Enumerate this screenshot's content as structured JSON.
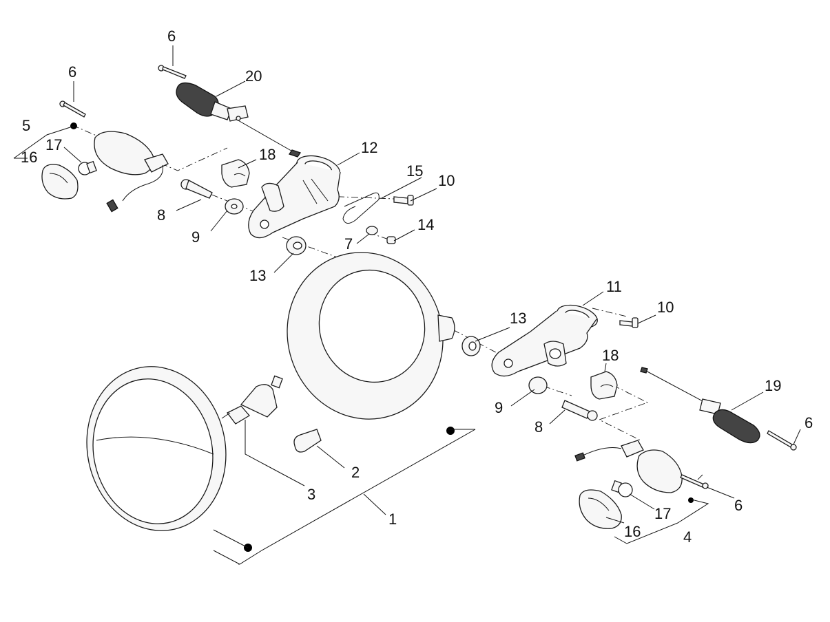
{
  "callouts": [
    {
      "id": "c-6-top",
      "text": "6"
    },
    {
      "id": "c-6-left",
      "text": "6"
    },
    {
      "id": "c-20",
      "text": "20"
    },
    {
      "id": "c-5",
      "text": "5"
    },
    {
      "id": "c-17-left",
      "text": "17"
    },
    {
      "id": "c-16-left",
      "text": "16"
    },
    {
      "id": "c-12",
      "text": "12"
    },
    {
      "id": "c-18-top",
      "text": "18"
    },
    {
      "id": "c-15",
      "text": "15"
    },
    {
      "id": "c-10-top",
      "text": "10"
    },
    {
      "id": "c-8-top",
      "text": "8"
    },
    {
      "id": "c-9-top",
      "text": "9"
    },
    {
      "id": "c-14",
      "text": "14"
    },
    {
      "id": "c-7",
      "text": "7"
    },
    {
      "id": "c-13-top",
      "text": "13"
    },
    {
      "id": "c-11",
      "text": "11"
    },
    {
      "id": "c-10-right",
      "text": "10"
    },
    {
      "id": "c-13-right",
      "text": "13"
    },
    {
      "id": "c-18-right",
      "text": "18"
    },
    {
      "id": "c-19",
      "text": "19"
    },
    {
      "id": "c-9-right",
      "text": "9"
    },
    {
      "id": "c-8-right",
      "text": "8"
    },
    {
      "id": "c-6-right",
      "text": "6"
    },
    {
      "id": "c-2",
      "text": "2"
    },
    {
      "id": "c-3",
      "text": "3"
    },
    {
      "id": "c-1",
      "text": "1"
    },
    {
      "id": "c-6-bottom",
      "text": "6"
    },
    {
      "id": "c-17-right",
      "text": "17"
    },
    {
      "id": "c-16-right",
      "text": "16"
    },
    {
      "id": "c-4",
      "text": "4"
    }
  ]
}
